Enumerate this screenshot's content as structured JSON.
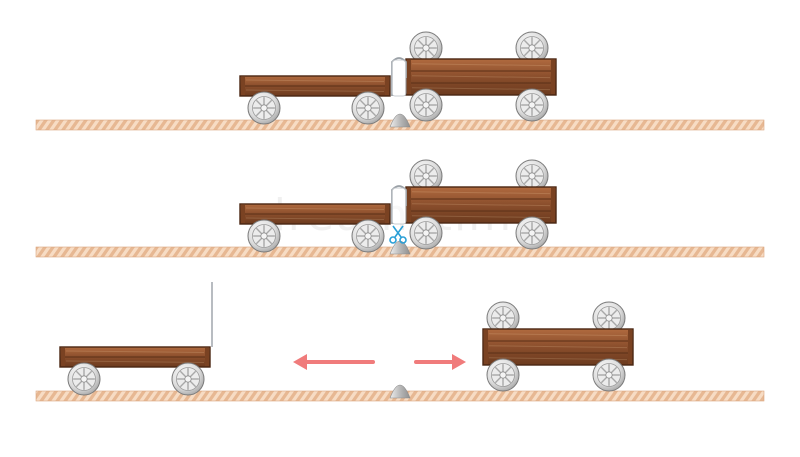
{
  "figure": {
    "watermark_text": "dreamstime",
    "colors": {
      "background": "#ffffff",
      "track_light": "#f7dcc4",
      "track_dark": "#d9a47f",
      "wood_dark": "#6b3a1e",
      "wood_mid": "#9a5a34",
      "wood_light": "#c07a4e",
      "wheel_rim": "#c9c9c9",
      "wheel_hub": "#ececec",
      "wheel_outline": "#7a7a7a",
      "string": "#9aa0a6",
      "scissors": "#2a9fd6",
      "arrow": "#f07b7b",
      "pivot": "#b9b9b9"
    },
    "panels": [
      {
        "id": "panel-1",
        "stage": "tied",
        "scissors": false,
        "arrows": false
      },
      {
        "id": "panel-2",
        "stage": "cutting",
        "scissors": true,
        "arrows": false
      },
      {
        "id": "panel-3",
        "stage": "separated",
        "scissors": false,
        "arrows": true,
        "arrow_directions": [
          "left",
          "right"
        ]
      }
    ],
    "icons": [
      "cart-icon",
      "wheel-icon",
      "scissors-icon",
      "arrow-left-icon",
      "arrow-right-icon",
      "pivot-icon"
    ]
  }
}
